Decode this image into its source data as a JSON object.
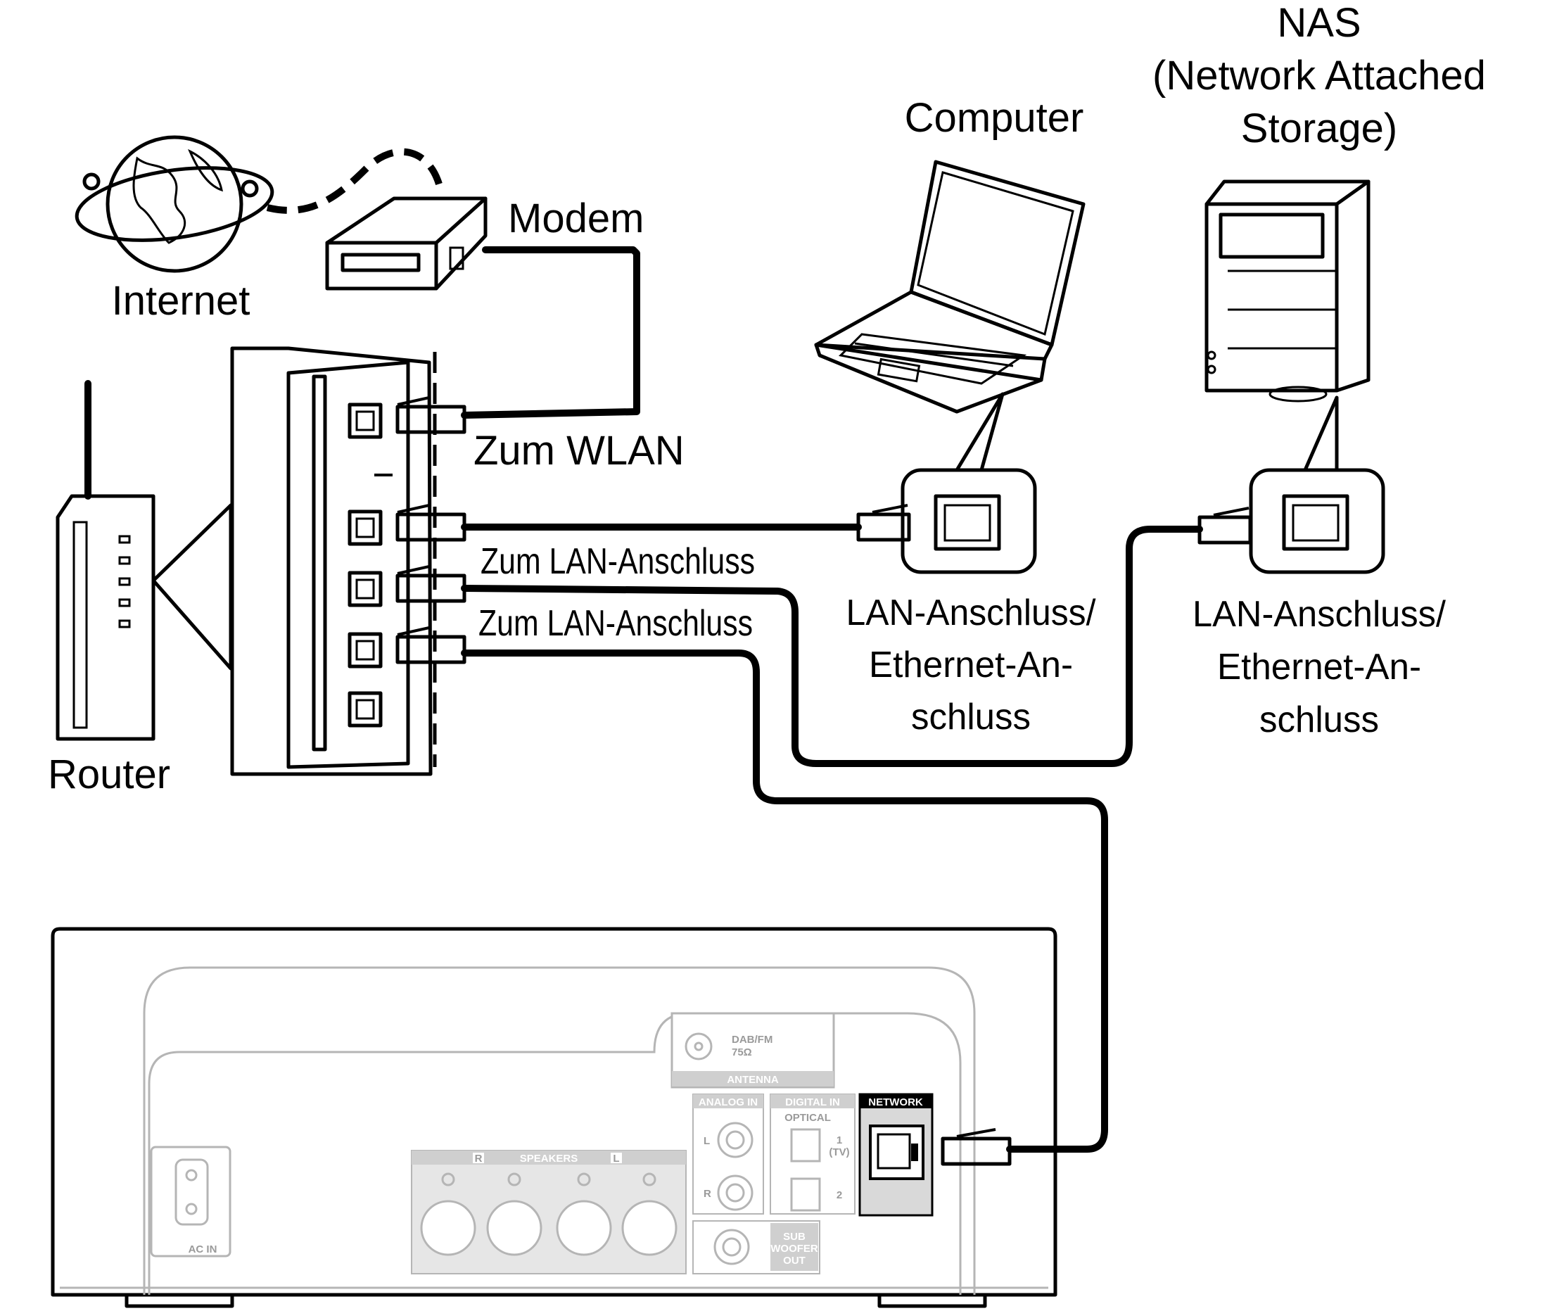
{
  "labels": {
    "internet": "Internet",
    "modem": "Modem",
    "router": "Router",
    "computer": "Computer",
    "nas_title": "NAS",
    "nas_line2": "(Network Attached",
    "nas_line3": "Storage)",
    "zum_wlan": "Zum WLAN",
    "zum_lan_1": "Zum LAN-Anschluss",
    "zum_lan_2": "Zum LAN-Anschluss",
    "computer_port_line1": "LAN-Anschluss/",
    "computer_port_line2": "Ethernet-An-",
    "computer_port_line3": "schluss",
    "nas_port_line1": "LAN-Anschluss/",
    "nas_port_line2": "Ethernet-An-",
    "nas_port_line3": "schluss"
  },
  "device_panel": {
    "antenna_name": "DAB/FM",
    "antenna_ohm": "75Ω",
    "antenna_header": "ANTENNA",
    "analog_in": "ANALOG IN",
    "digital_in": "DIGITAL IN",
    "optical": "OPTICAL",
    "optical_1": "1",
    "optical_1_sub": "(TV)",
    "optical_2": "2",
    "network": "NETWORK",
    "speakers": "SPEAKERS",
    "speaker_r": "R",
    "speaker_l": "L",
    "analog_l": "L",
    "analog_r": "R",
    "sub_woofer_1": "SUB",
    "sub_woofer_2": "WOOFER",
    "sub_woofer_3": "OUT",
    "ac_in": "AC IN"
  }
}
